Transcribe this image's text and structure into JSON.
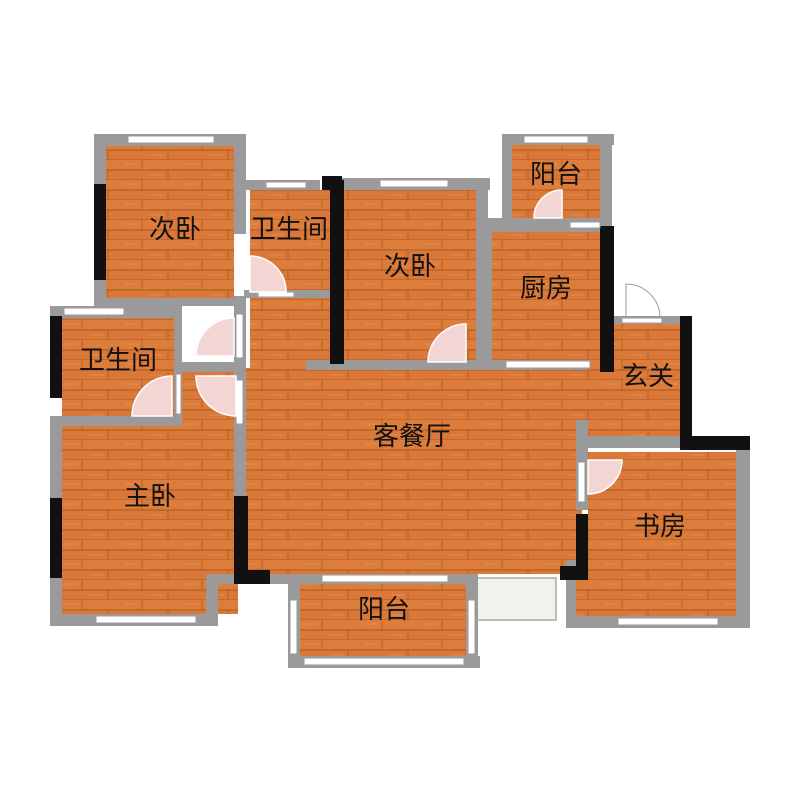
{
  "floorplan": {
    "rooms": [
      {
        "id": "secondary-bedroom-1",
        "label": "次卧"
      },
      {
        "id": "bathroom-1",
        "label": "卫生间"
      },
      {
        "id": "secondary-bedroom-2",
        "label": "次卧"
      },
      {
        "id": "balcony-top",
        "label": "阳台"
      },
      {
        "id": "kitchen",
        "label": "厨房"
      },
      {
        "id": "bathroom-2",
        "label": "卫生间"
      },
      {
        "id": "entrance",
        "label": "玄关"
      },
      {
        "id": "living-dining-room",
        "label": "客餐厅"
      },
      {
        "id": "master-bedroom",
        "label": "主卧"
      },
      {
        "id": "study",
        "label": "书房"
      },
      {
        "id": "balcony-bottom",
        "label": "阳台"
      }
    ],
    "colors": {
      "floor": "#d97838",
      "floor_stripe": "#c4652a",
      "wall_gray": "#999999",
      "wall_black": "#111111",
      "window": "#ffffff",
      "door_arc": "#f3d6d3",
      "terrace": "#f2f2ec"
    }
  }
}
